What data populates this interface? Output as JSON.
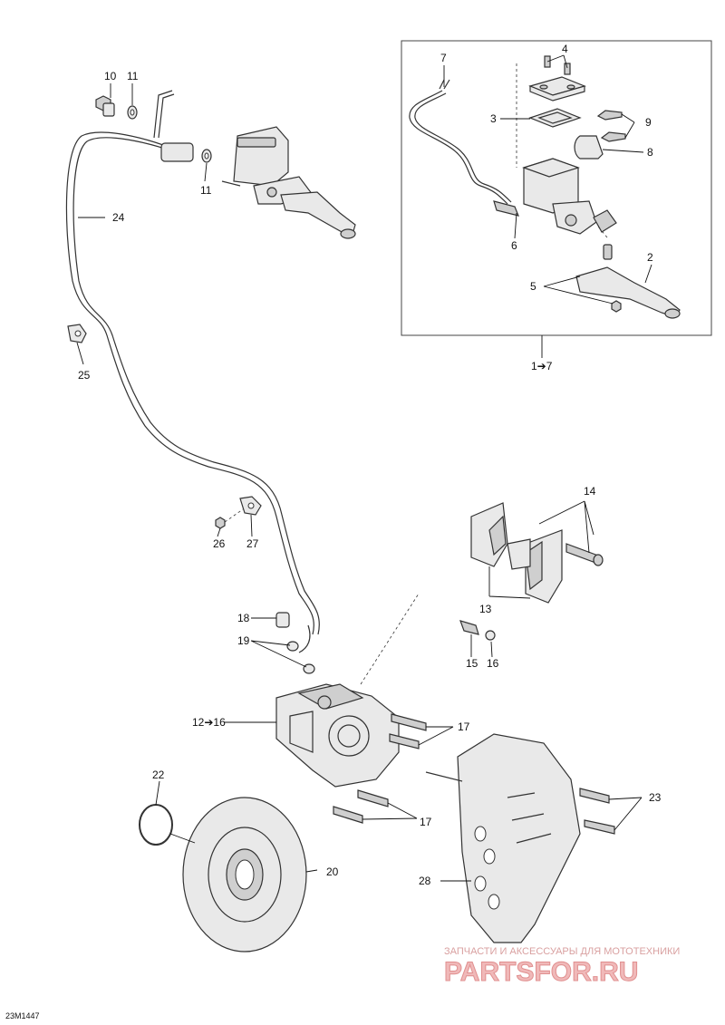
{
  "diagram_code": "23M1447",
  "inset_range_label": "1➔7",
  "callouts": {
    "c1": "1",
    "c2": "2",
    "c3": "3",
    "c4": "4",
    "c5": "5",
    "c6": "6",
    "c7": "7",
    "c8": "8",
    "c9": "9",
    "c10": "10",
    "c11a": "11",
    "c11b": "11",
    "c12": "12➔16",
    "c13": "13",
    "c14": "14",
    "c15": "15",
    "c16": "16",
    "c17a": "17",
    "c17b": "17",
    "c18": "18",
    "c19": "19",
    "c20": "20",
    "c22": "22",
    "c23": "23",
    "c24": "24",
    "c25": "25",
    "c26": "26",
    "c27": "27",
    "c28": "28"
  },
  "watermark": {
    "line1": "ЗАПЧАСТИ И АКСЕССУАРЫ ДЛЯ МОТОТЕХНИКИ",
    "line2": "PARTSFOR.RU"
  }
}
